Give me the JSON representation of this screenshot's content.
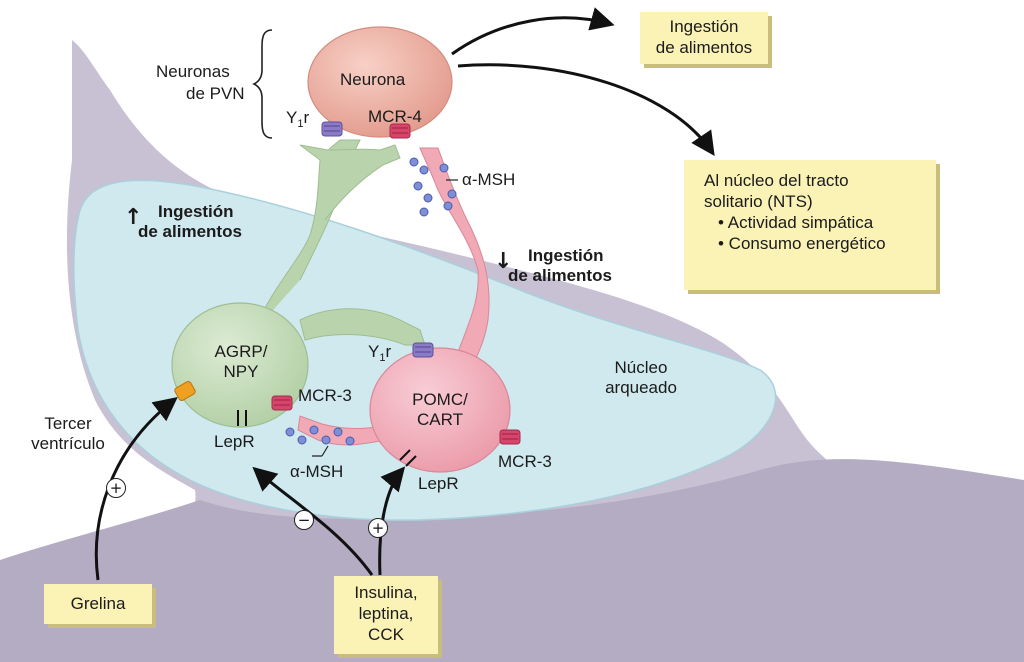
{
  "diagram": {
    "pvn_label": [
      "Neuronas",
      "de PVN"
    ],
    "neuron_label": "Neurona",
    "y1r_main": "Y",
    "y1r_sub": "1",
    "y1r_tail": "r",
    "mcr4": "MCR-4",
    "alpha_msh_top": "α-MSH",
    "intake_up": {
      "arrow": "↑",
      "line1": "Ingestión",
      "line2": "de alimentos"
    },
    "intake_down": {
      "arrow": "↓",
      "line1": "Ingestión",
      "line2": "de alimentos"
    },
    "agrp": [
      "AGRP/",
      "NPY"
    ],
    "pomc": [
      "POMC/",
      "CART"
    ],
    "y1r_pomc_main": "Y",
    "y1r_pomc_sub": "1",
    "y1r_pomc_tail": "r",
    "mcr3_left": "MCR-3",
    "mcr3_right": "MCR-3",
    "lepr_left": "LepR",
    "lepr_right": "LepR",
    "alpha_msh_bottom": "α-MSH",
    "nucleus": [
      "Núcleo",
      "arqueado"
    ],
    "third_ventricle": [
      "Tercer",
      "ventrículo"
    ],
    "plus_left": "+",
    "minus": "−",
    "plus_right": "+",
    "box_intake": [
      "Ingestión",
      "de alimentos"
    ],
    "box_nts": [
      "Al núcleo del tracto",
      "solitario (NTS)",
      "• Actividad simpática",
      "• Consumo energético"
    ],
    "box_grelina": "Grelina",
    "box_hormones": [
      "Insulina,",
      "leptina,",
      "CCK"
    ]
  },
  "colors": {
    "nucleus_fill": "#cfe9ef",
    "ventricle": "#b9b3c6",
    "neuron_top": "#e9a79a",
    "agrp_neuron": "#bcd6b0",
    "pomc_neuron": "#f1a9b6",
    "box": "#fbf2b6",
    "receptor_purple": "#8b7bc6",
    "receptor_red": "#d8456a",
    "receptor_orange": "#f0a020"
  }
}
